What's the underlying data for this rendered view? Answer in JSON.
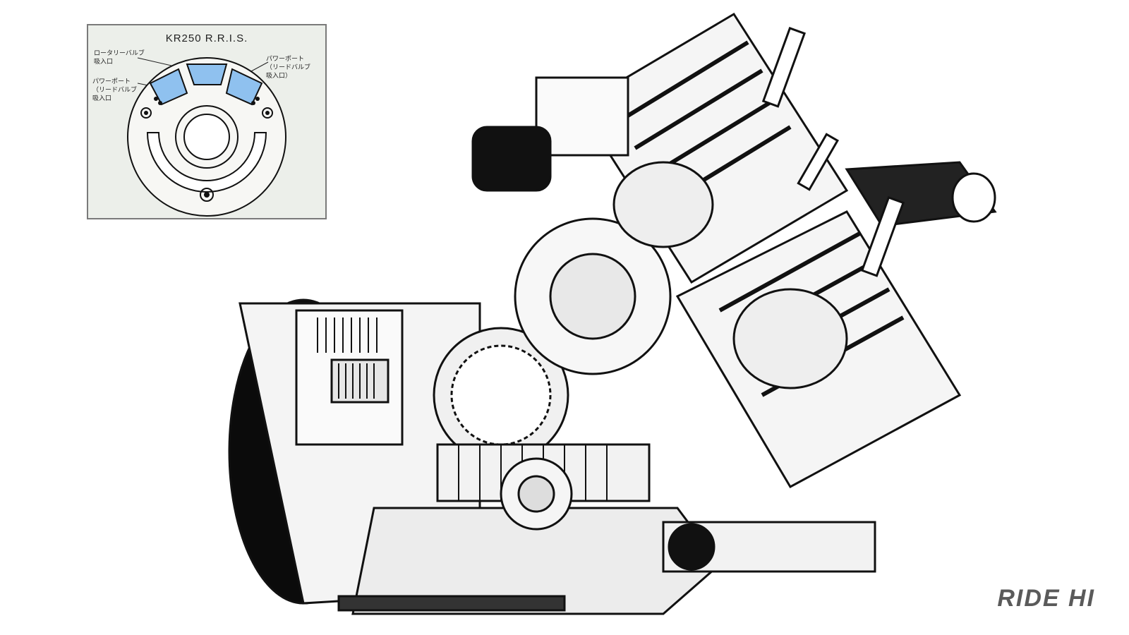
{
  "inset": {
    "title": "KR250 R.R.I.S.",
    "label_rotary_valve": "ロータリーバルブ\n吸入口",
    "label_power_port_left": "パワーポート\n（リードバルブ\n吸入口",
    "label_power_port_right": "パワーポート\n（リードバルブ\n吸入口）",
    "port_color": "#8fc1ef"
  },
  "watermark": "RIDE HI"
}
